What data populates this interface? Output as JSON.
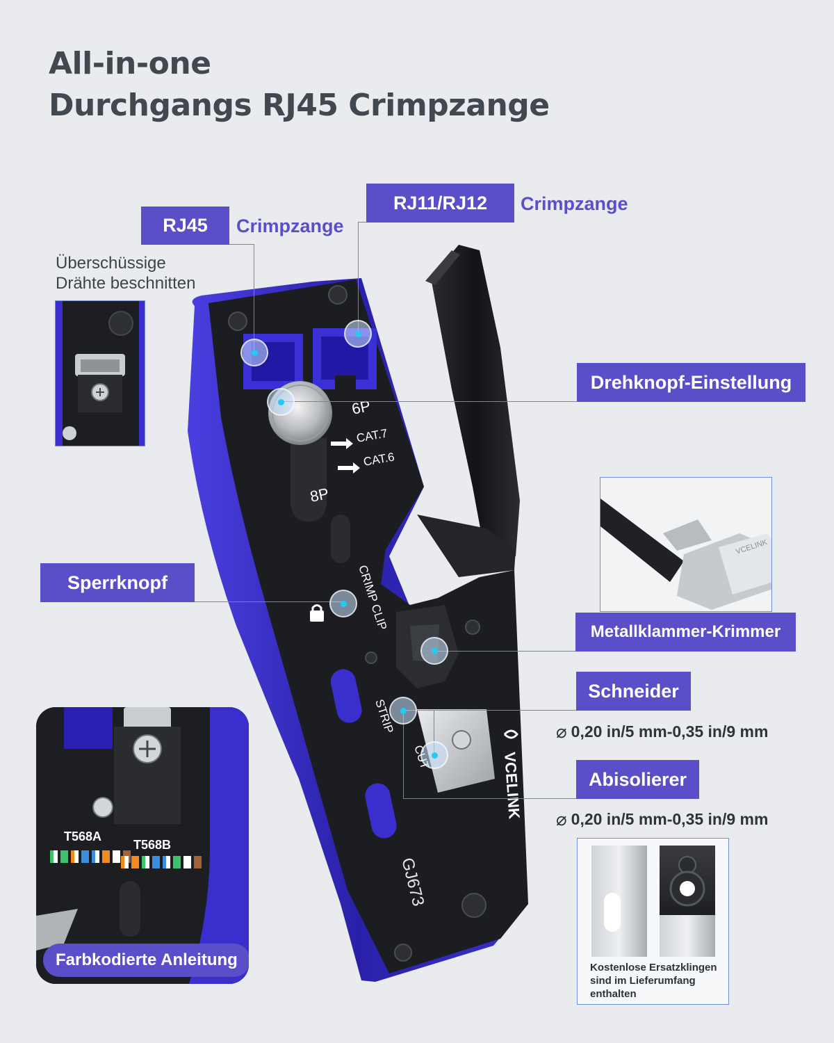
{
  "headline": {
    "line1": "All-in-one",
    "line2": "Durchgangs RJ45 Crimpzange"
  },
  "callouts": {
    "rj45": {
      "tag": "RJ45",
      "suffix": "Crimpzange"
    },
    "rj11": {
      "tag": "RJ11/RJ12",
      "suffix": "Crimpzange"
    },
    "dial": {
      "tag": "Drehknopf-Einstellung"
    },
    "lock": {
      "tag": "Sperrknopf"
    },
    "metal_clip": {
      "tag": "Metallklammer-Krimmer"
    },
    "cutter": {
      "tag": "Schneider",
      "spec": "0,20 in/5 mm-0,35 in/9 mm"
    },
    "stripper": {
      "tag": "Abisolierer",
      "spec": "0,20 in/5 mm-0,35 in/9 mm"
    },
    "color_guide": {
      "tag": "Farbkodierte Anleitung"
    }
  },
  "notes": {
    "trim_line1": "Überschüssige",
    "trim_line2": "Drähte beschnitten",
    "blades_line1": "Kostenlose Ersatzklingen",
    "blades_line2": "sind im Lieferumfang",
    "blades_line3": "enthalten"
  },
  "tool_markings": {
    "p6": "6P",
    "p8": "8P",
    "cat7": "CAT.7",
    "cat6": "CAT.6",
    "crimp_clip": "CRIMP CLIP",
    "strip": "STRIP",
    "cut": "CUT",
    "brand": "VCELINK",
    "model": "GJ673",
    "t568a": "T568A",
    "t568b": "T568B",
    "small_label": "VCELINK"
  },
  "icons": [
    "diameter-icon",
    "lock-icon",
    "screw-icon",
    "vcelink-logo-icon"
  ],
  "colors": {
    "accent": "#5b4ec9",
    "tool_blue": "#3a2fcc",
    "tool_black": "#1d1f22",
    "background": "#e9ebee",
    "highlight": "#28c8f4"
  }
}
